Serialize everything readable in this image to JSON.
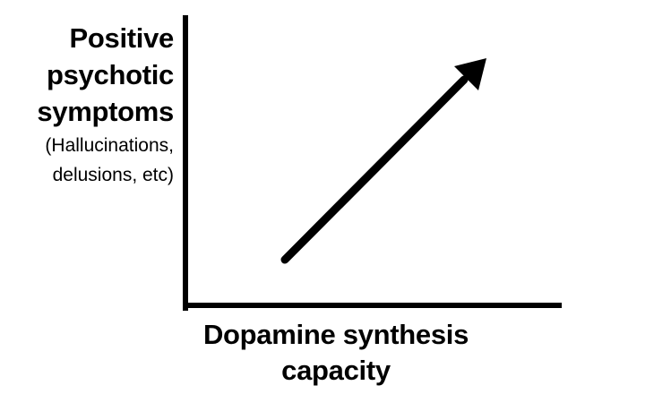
{
  "diagram": {
    "y_axis_label": {
      "line1": "Positive",
      "line2": "psychotic",
      "line3": "symptoms",
      "sub_line1": "(Hallucinations,",
      "sub_line2": "delusions, etc)"
    },
    "x_axis_label": {
      "line1": "Dopamine synthesis",
      "line2": "capacity"
    },
    "trend": "increasing",
    "colors": {
      "ink": "#000000",
      "background": "#ffffff"
    }
  }
}
